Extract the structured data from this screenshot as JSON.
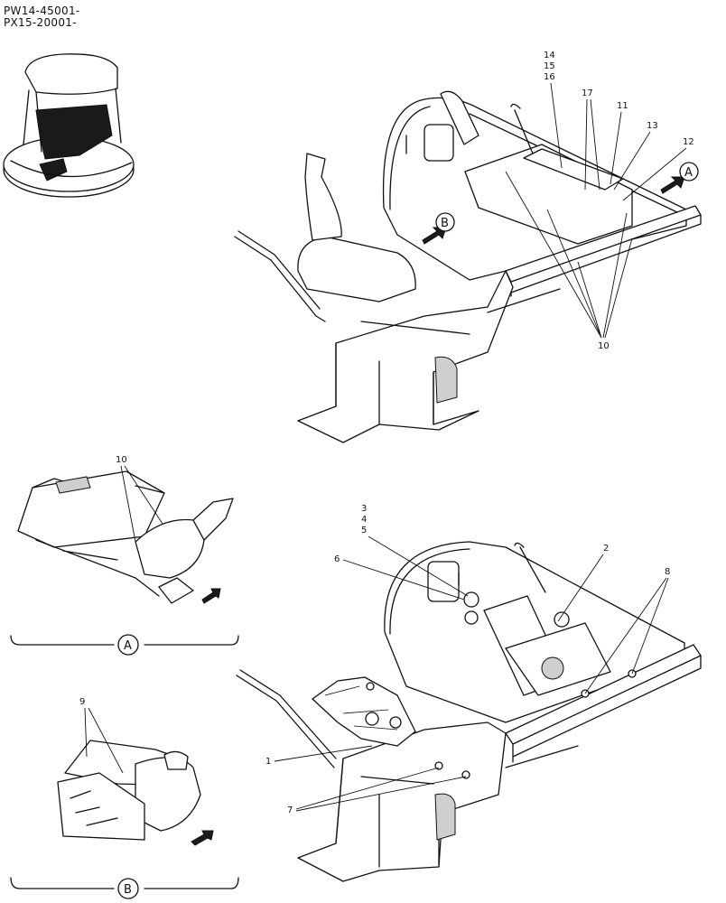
{
  "header": {
    "serial_1": "PW14-45001-",
    "serial_2": "PX15-20001-"
  },
  "callouts": {
    "c1": "1",
    "c2": "2",
    "c3": "3",
    "c4": "4",
    "c5": "5",
    "c6": "6",
    "c7": "7",
    "c8": "8",
    "c9": "9",
    "c10_main": "10",
    "c10_view_a": "10",
    "c11": "11",
    "c12": "12",
    "c13": "13",
    "c14": "14",
    "c15": "15",
    "c16": "16",
    "c17": "17"
  },
  "views": {
    "view_a_marker": "A",
    "view_b_marker": "B",
    "view_a_caption": "A",
    "view_b_caption": "B"
  }
}
